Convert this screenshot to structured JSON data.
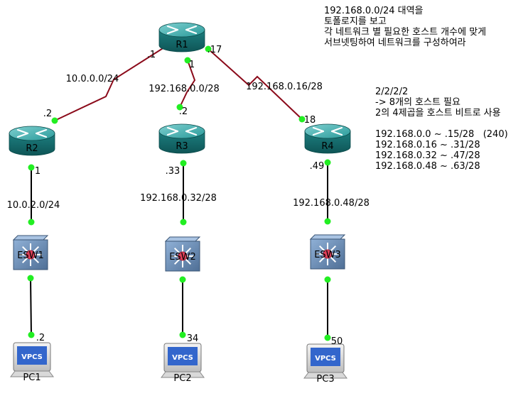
{
  "devices": [
    {
      "id": "R1",
      "label": "R1",
      "type": "router"
    },
    {
      "id": "R2",
      "label": "R2",
      "type": "router"
    },
    {
      "id": "R3",
      "label": "R3",
      "type": "router"
    },
    {
      "id": "R4",
      "label": "R4",
      "type": "router"
    },
    {
      "id": "ESW1",
      "label": "ESW1",
      "type": "switch"
    },
    {
      "id": "ESW2",
      "label": "ESW2",
      "type": "switch"
    },
    {
      "id": "ESW3",
      "label": "ESW3",
      "type": "switch"
    },
    {
      "id": "PC1",
      "label": "PC1",
      "type": "vpcs",
      "screen_text": "VPCS"
    },
    {
      "id": "PC2",
      "label": "PC2",
      "type": "vpcs",
      "screen_text": "VPCS"
    },
    {
      "id": "PC3",
      "label": "PC3",
      "type": "vpcs",
      "screen_text": "VPCS"
    }
  ],
  "links": [
    {
      "id": "r1-r2",
      "network": "10.0.0.0/24",
      "serial": true,
      "end_a_label": ".1",
      "end_b_label": ".2"
    },
    {
      "id": "r1-r3",
      "network": "192.168.0.0/28",
      "serial": true,
      "end_a_label": "1",
      "end_b_label": ".2"
    },
    {
      "id": "r1-r4",
      "network": "192.168.0.16/28",
      "serial": true,
      "end_a_label": ".17",
      "end_b_label": "18"
    },
    {
      "id": "r2-esw1",
      "network": "10.0.2.0/24",
      "serial": false,
      "end_a_label": "1",
      "end_b_label": ""
    },
    {
      "id": "r3-esw2",
      "network": "192.168.0.32/28",
      "serial": false,
      "end_a_label": ".33",
      "end_b_label": ""
    },
    {
      "id": "r4-esw3",
      "network": "192.168.0.48/28",
      "serial": false,
      "end_a_label": ".49",
      "end_b_label": ""
    },
    {
      "id": "esw1-pc1",
      "network": "",
      "serial": false,
      "end_a_label": "",
      "end_b_label": ".2"
    },
    {
      "id": "esw2-pc2",
      "network": "",
      "serial": false,
      "end_a_label": "",
      "end_b_label": "34"
    },
    {
      "id": "esw3-pc3",
      "network": "",
      "serial": false,
      "end_a_label": "",
      "end_b_label": "50"
    }
  ],
  "task_note": [
    "192.168.0.0/24 대역을",
    "토폴로지를 보고",
    "각 네트워크 별 필요한 호스트 개수에 맞게",
    "서브넷팅하여 네트워크를 구성하여라"
  ],
  "calc_note": [
    "2/2/2/2",
    "-> 8개의 호스트 필요",
    "2의 4제곱을 호스트 비트로 사용",
    "",
    "192.168.0.0 ~ .15/28   (240)",
    "192.168.0.16 ~ .31/28",
    "192.168.0.32 ~ .47/28",
    "192.168.0.48 ~ .63/28"
  ],
  "colors": {
    "serial_link": "#8b0a1a",
    "ethernet_link": "#000000",
    "port_dot": "#22ee22",
    "router_body": "#1f8a8a",
    "switch_body": "#6f8fb5",
    "pc_screen": "#3366cc"
  }
}
